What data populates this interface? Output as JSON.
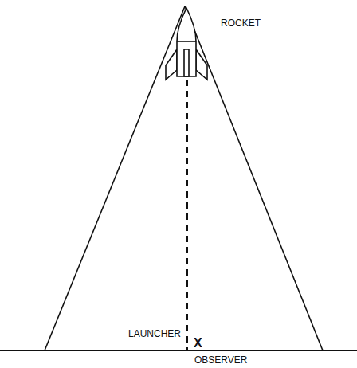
{
  "diagram": {
    "labels": [
      "ROCKET",
      "LAUNCHER",
      "X",
      "OBSERVER"
    ]
  }
}
